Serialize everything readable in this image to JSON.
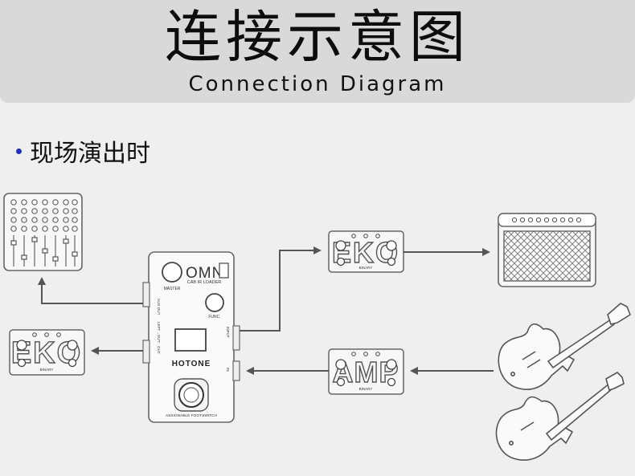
{
  "header": {
    "title_cn": "连接示意图",
    "title_en": "Connection Diagram"
  },
  "section": {
    "label": "现场演出时",
    "bullet_color": "#1f2fb8"
  },
  "pedal_main": {
    "brand": "OMNI",
    "subtitle": "CAB IR LOADER",
    "knob_master": "MASTER",
    "knob_func": "FUNC.",
    "logo": "HOTONE",
    "footswitch": "ASSIGNABLE FOOTSWITCH",
    "port_aux_out": "AUX OUT",
    "port_left_out": "LEFT→OUT",
    "port_out": "OUT",
    "port_input": "INPUT",
    "port_in": "IN"
  },
  "pedal_eko_top": {
    "name": "EKO",
    "tag": "BINARY"
  },
  "pedal_eko_left": {
    "name": "EKO",
    "tag": "BINARY"
  },
  "pedal_amp": {
    "name": "AMP",
    "tag": "BINARY"
  },
  "icons": [
    "mixer-icon",
    "amplifier-icon",
    "electric-guitar-icon",
    "bass-guitar-icon"
  ],
  "colors": {
    "background": "#efefef",
    "header": "#d9d9d9",
    "arrow": "#555555",
    "line": "#6a6a6a"
  }
}
